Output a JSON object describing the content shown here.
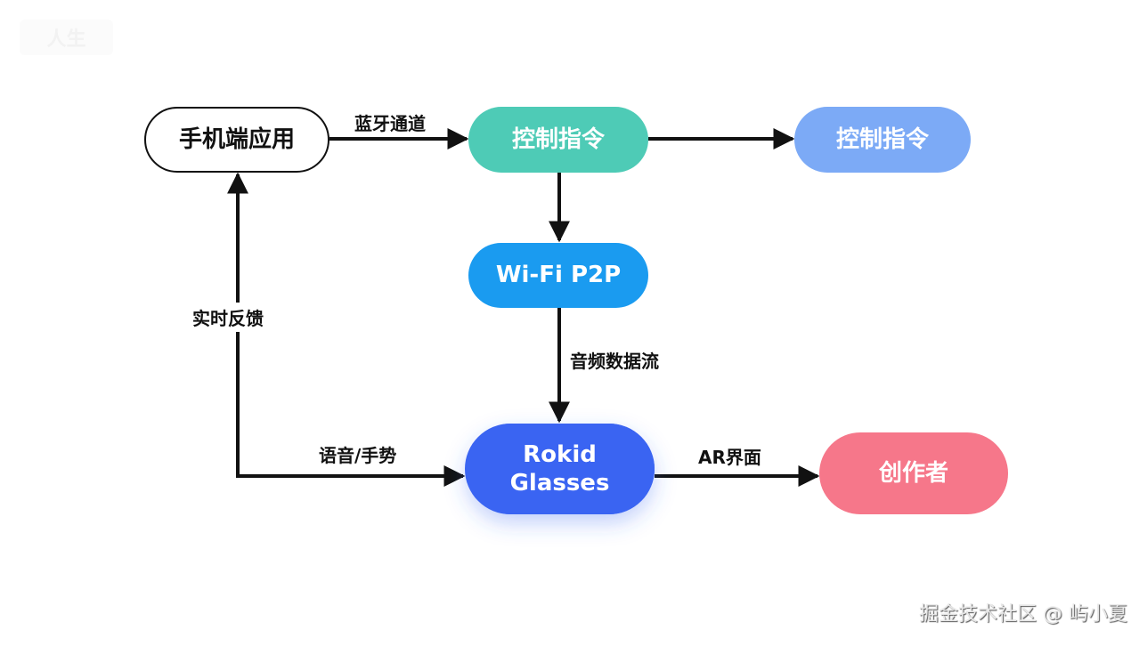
{
  "logo": {
    "text": "人生"
  },
  "nodes": {
    "phone_app": {
      "label": "手机端应用",
      "color": "#ffffff",
      "border": "#111111"
    },
    "control_cmd_1": {
      "label": "控制指令",
      "color": "#4ecbb6"
    },
    "control_cmd_2": {
      "label": "控制指令",
      "color": "#7caaf6"
    },
    "wifi_p2p": {
      "label": "Wi-Fi P2P",
      "color": "#1a9bf0"
    },
    "rokid_glasses": {
      "label": "Rokid Glasses",
      "line1": "Rokid",
      "line2": "Glasses",
      "color": "#3a64f2"
    },
    "creator": {
      "label": "创作者",
      "color": "#f6778a"
    }
  },
  "edges": {
    "bluetooth": {
      "from": "phone_app",
      "to": "control_cmd_1",
      "label": "蓝牙通道"
    },
    "cmd_forward": {
      "from": "control_cmd_1",
      "to": "control_cmd_2",
      "label": ""
    },
    "cmd_to_wifi": {
      "from": "control_cmd_1",
      "to": "wifi_p2p",
      "label": ""
    },
    "audio_stream": {
      "from": "wifi_p2p",
      "to": "rokid_glasses",
      "label": "音频数据流"
    },
    "ar_ui": {
      "from": "rokid_glasses",
      "to": "creator",
      "label": "AR界面"
    },
    "voice_gesture": {
      "from": "rokid_glasses",
      "to": "phone_app",
      "label": "语音/手势"
    },
    "realtime_feedback": {
      "from": "rokid_glasses",
      "to": "phone_app",
      "label": "实时反馈"
    }
  },
  "watermark": {
    "text": "掘金技术社区 @ 屿小夏"
  }
}
